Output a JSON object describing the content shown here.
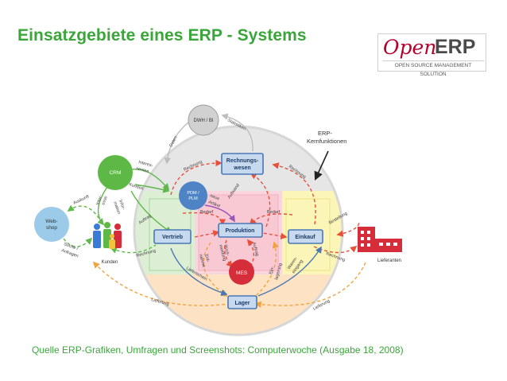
{
  "title": "Einsatzgebiete eines ERP - Systems",
  "logo": {
    "open": "Open",
    "erp": "ERP",
    "tagline": "OPEN SOURCE MANAGEMENT SOLUTION"
  },
  "source": "Quelle ERP-Grafiken, Umfragen und Screenshots: Computerwoche (Ausgabe 18, 2008)",
  "diagram": {
    "kernfunktionen": [
      "ERP-",
      "Kernfunktionen"
    ],
    "nodes": {
      "dwh": "DWH / BI",
      "crm": "CRM",
      "pdm": [
        "PDM /",
        "PLM"
      ],
      "webshop": [
        "Web-",
        "shop"
      ],
      "mes": "MES",
      "kunden": "Kunden",
      "lieferanten": "Lieferanten"
    },
    "boxes": {
      "rechnungswesen": [
        "Rechnungs-",
        "wesen"
      ],
      "vertrieb": "Vertrieb",
      "produktion": "Produktion",
      "einkauf": "Einkauf",
      "lager": "Lager"
    },
    "labels": {
      "statistiken": "Statistiken",
      "daten": "Daten",
      "rechnung": "Rechnung",
      "interessenten": [
        "Interes-",
        "senten"
      ],
      "kunden": "Kunden",
      "interesse": [
        "Inter-",
        "esse"
      ],
      "informationen": [
        "Infor-",
        "mation"
      ],
      "auftrag": "Auftrag",
      "auskunft": "Auskunft",
      "suche": [
        "Suche /",
        "Anfragen"
      ],
      "aufwand": "Aufwand",
      "neue_artikel": [
        "neue",
        "Artikel"
      ],
      "bedarf": "Bedarf",
      "bestellung": "Bestellung",
      "rueckmeldung": [
        "Rück-",
        "meldung"
      ],
      "entnahme": [
        "Ent-",
        "nahme"
      ],
      "lieferschein": "Lieferschein",
      "einlagerung": [
        "Ein-",
        "lagerung"
      ],
      "wareneingang": [
        "Waren-",
        "eingang"
      ],
      "lieferung": "Lieferung",
      "auftrag_mes": "Auftrag"
    }
  }
}
